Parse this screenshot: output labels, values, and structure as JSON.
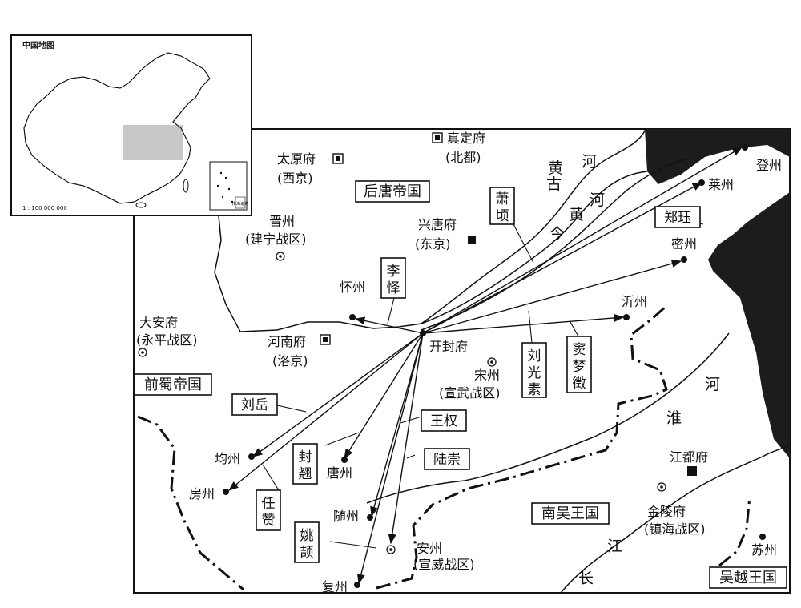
{
  "inset": {
    "title": "中国地图",
    "scale": "1 : 100 000 000",
    "south_sea_label": "南海诸岛"
  },
  "states": {
    "later_tang": "后唐帝国",
    "former_shu": "前蜀帝国",
    "southern_wu": "南吴王国",
    "wuyue": "吴越王国"
  },
  "rivers": {
    "ancient_yellow": "古黄河",
    "yellow_now": "黄河今",
    "huai": "河淮",
    "yangtze": "江长"
  },
  "places": {
    "zhending": {
      "name": "真定府",
      "sub": "(北都)"
    },
    "taiyuan": {
      "name": "太原府",
      "sub": "(西京)"
    },
    "xingtang": {
      "name": "兴唐府",
      "sub": "(东京)"
    },
    "jinzhou": {
      "name": "晋州",
      "sub": "(建宁战区)"
    },
    "huaizhou": {
      "name": "怀州"
    },
    "daan": {
      "name": "大安府",
      "sub": "(永平战区)"
    },
    "henan": {
      "name": "河南府",
      "sub": "(洛京)"
    },
    "kaifeng": {
      "name": "开封府"
    },
    "songzhou": {
      "name": "宋州",
      "sub": "(宣武战区)"
    },
    "dengzhou": {
      "name": "登州"
    },
    "laizhou": {
      "name": "莱州"
    },
    "mizhou": {
      "name": "密州"
    },
    "yizhou": {
      "name": "沂州"
    },
    "jiangdu": {
      "name": "江都府"
    },
    "jinling": {
      "name": "金陵府",
      "sub": "(镇海战区)"
    },
    "suzhou": {
      "name": "苏州"
    },
    "junzhou": {
      "name": "均州"
    },
    "fangzhou": {
      "name": "房州"
    },
    "tangzhou": {
      "name": "唐州"
    },
    "suizhou": {
      "name": "随州"
    },
    "anzhou": {
      "name": "安州",
      "sub": "(宣威战区)"
    },
    "fuzhou": {
      "name": "复州"
    }
  },
  "people": {
    "xiao_qing": "萧顷",
    "zheng_jue": "郑珏",
    "li_yi": "李怿",
    "liu_guangsu": "刘光素",
    "dou_mengzheng": "窦梦徵",
    "liu_yue": "刘岳",
    "wang_quan": "王权",
    "lu_chong": "陆崇",
    "feng_xiang": "封翘",
    "ren_zan": "任赞",
    "yao_yi": "姚颉"
  },
  "colors": {
    "sea": "#1c1c1c",
    "ink": "#111111",
    "inset_highlight": "#c8c8c8",
    "background": "#ffffff"
  },
  "icons": {
    "capital": "filled-square-in-box",
    "city": "dot",
    "military_district": "dot-in-circle",
    "border": "dash-dot-line"
  }
}
